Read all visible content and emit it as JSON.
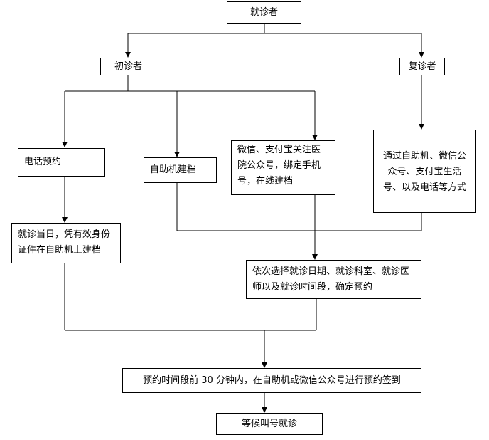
{
  "nodes": {
    "visit": "就诊者",
    "first_visit": "初诊者",
    "return_visit": "复诊者",
    "phone_booking": "电话预约",
    "kiosk_register": "自助机建档",
    "wechat_alipay": "微信、支付宝关注医院公众号，绑定手机号，在线建档",
    "return_channels": "通过自助机、微信公众号、支付宝生活号、以及电话等方式",
    "same_day_kiosk": "就诊当日，凭有效身份证件在自助机上建档",
    "select_schedule": "依次选择就诊日期、就诊科室、就诊医师以及就诊时间段，确定预约",
    "check_in": "预约时间段前 30 分钟内，在自助机或微信公众号进行预约签到",
    "wait": "等候叫号就诊"
  }
}
